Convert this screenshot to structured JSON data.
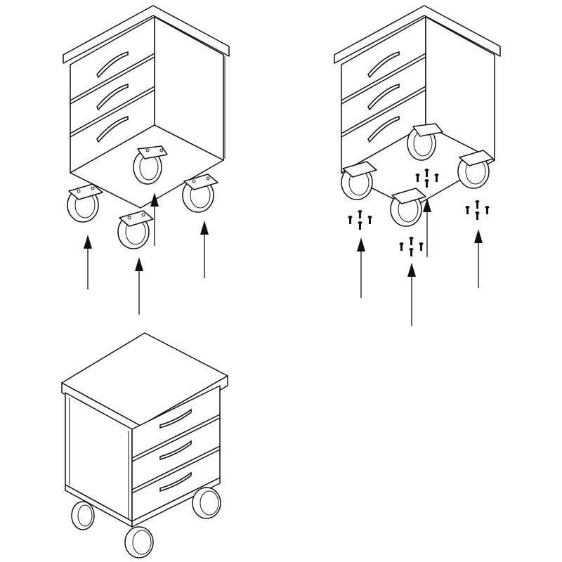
{
  "diagram": {
    "steps": [
      {
        "caster_mounting": "hidden"
      },
      {
        "screws_per_caster": 4
      },
      {
        "result": "assembled"
      }
    ],
    "colors": {
      "line": "#111111",
      "fill": "#ffffff"
    },
    "icons": [
      "drawer-cabinet-icon",
      "caster-wheel-icon",
      "screw-icon",
      "arrow-up-icon"
    ]
  }
}
